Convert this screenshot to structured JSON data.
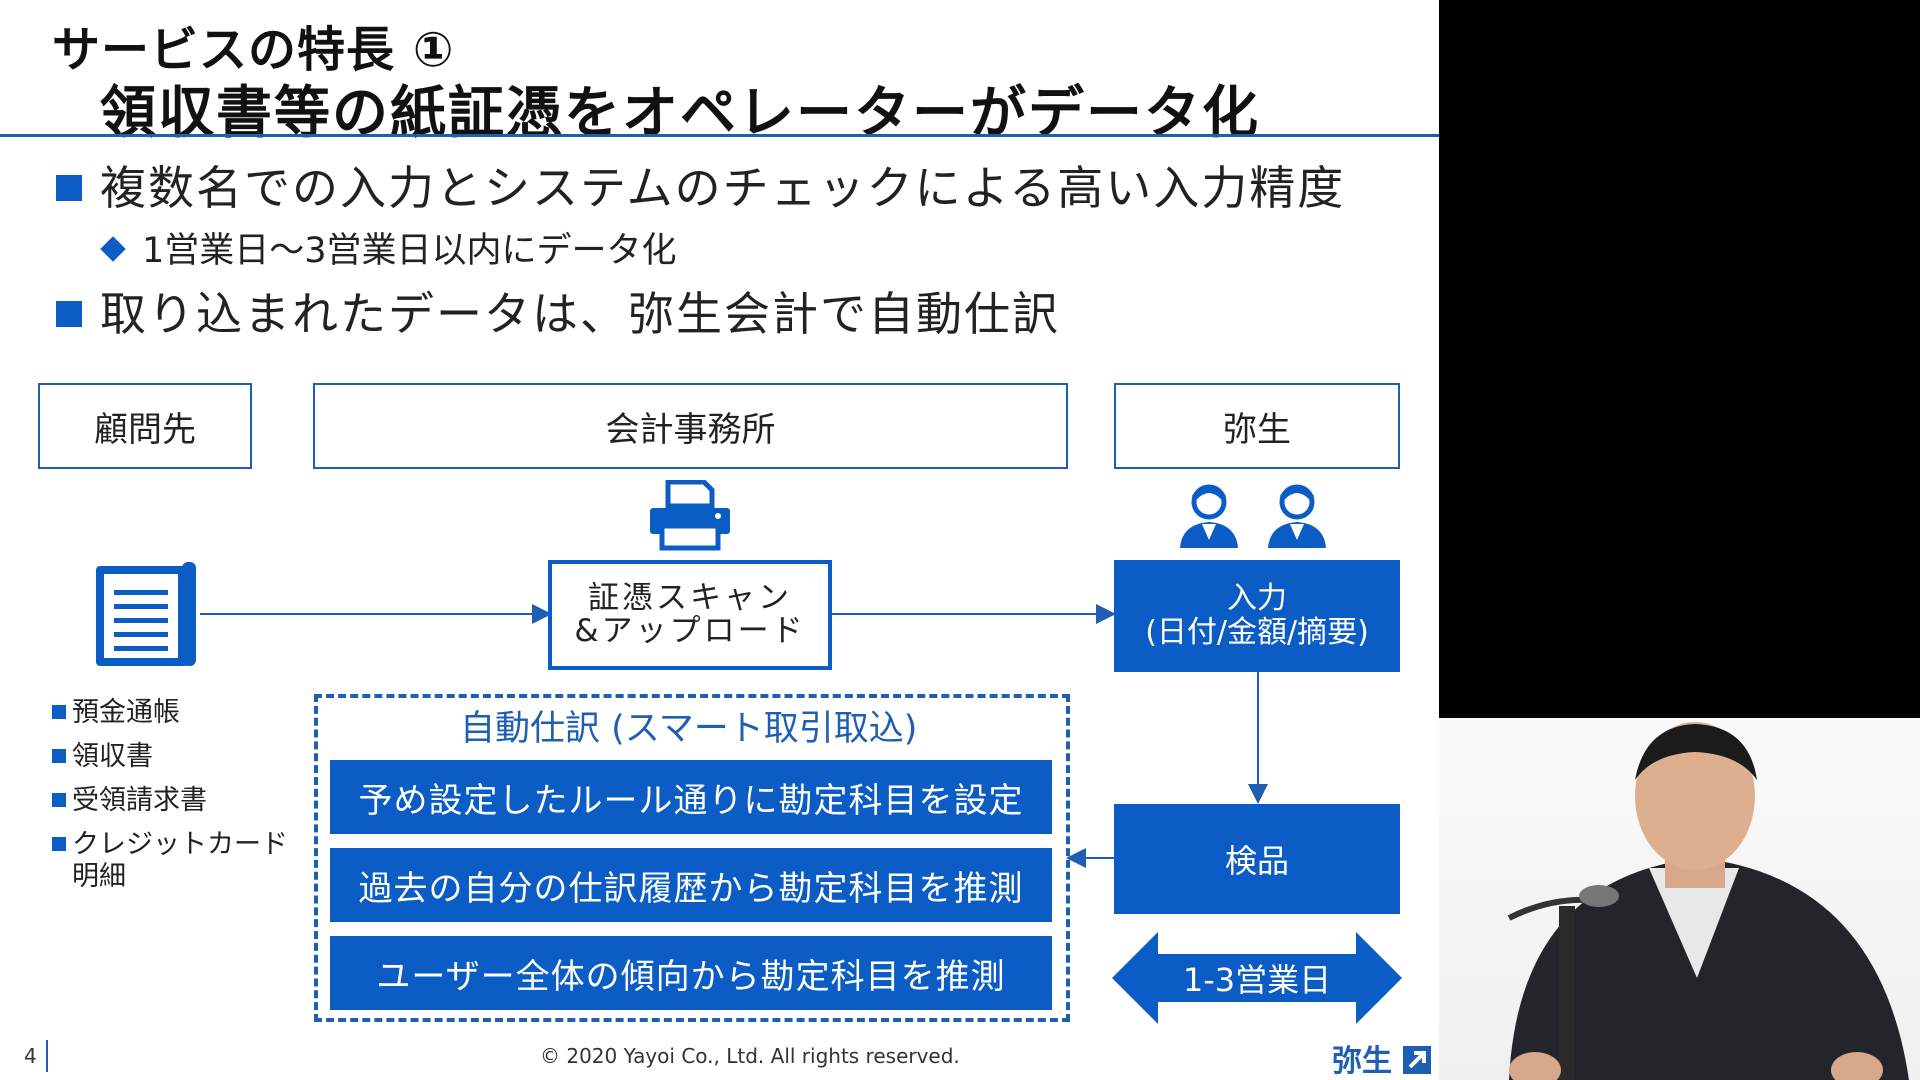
{
  "slide": {
    "title_line1": "サービスの特長 ①",
    "title_line2": "領収書等の紙証憑をオペレーターがデータ化",
    "bullets": [
      "複数名での入力とシステムのチェックによる高い入力精度",
      "取り込まれたデータは、弥生会計で自動仕訳"
    ],
    "sub_bullet": "1営業日～3営業日以内にデータ化"
  },
  "diagram": {
    "client_header": "顧問先",
    "office_header": "会計事務所",
    "yayoi_header": "弥生",
    "scan_box": {
      "line1": "証憑スキャン",
      "line2": "&アップロード"
    },
    "input_box": {
      "line1": "入力",
      "line2": "(日付/金額/摘要)"
    },
    "inspect_box": "検品",
    "days_arrow": "1-3営業日",
    "auto_journal_title": "自動仕訳 (スマート取引取込)",
    "rules": [
      "予め設定したルール通りに勘定科目を設定",
      "過去の自分の仕訳履歴から勘定科目を推測",
      "ユーザー全体の傾向から勘定科目を推測"
    ],
    "documents": [
      "預金通帳",
      "領収書",
      "受領請求書",
      "クレジットカード",
      "明細"
    ]
  },
  "footer": {
    "page_number": "4",
    "copyright": "© 2020 Yayoi Co., Ltd.  All rights reserved.",
    "logo_text": "弥生"
  },
  "colors": {
    "accent": "#0b5cc4",
    "rule": "#1f5fb3"
  },
  "icons": [
    "printer-icon",
    "document-icon",
    "operator-icon",
    "logo-arrow-icon"
  ]
}
